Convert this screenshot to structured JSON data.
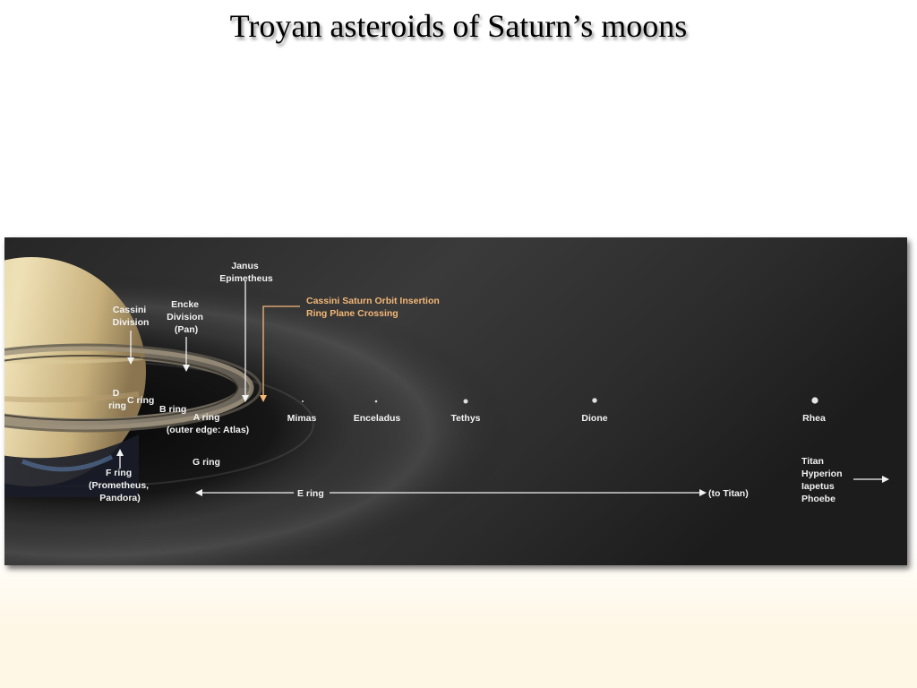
{
  "title": "Troyan asteroids of Saturn’s moons",
  "colors": {
    "background_top": "#ffffff",
    "background_bottom": "#fff7e6",
    "figure_bg": "#2a2a2a",
    "label": "#f2f2f2",
    "highlight": "#f4b777"
  },
  "labels": {
    "janus": [
      "Janus",
      "Epimetheus"
    ],
    "cassini_division": [
      "Cassini",
      "Division"
    ],
    "encke_division": [
      "Encke",
      "Division",
      "(Pan)"
    ],
    "cassini_insertion": [
      "Cassini Saturn Orbit Insertion",
      "Ring Plane Crossing"
    ],
    "d_ring": [
      "D",
      "ring"
    ],
    "c_ring": "C ring",
    "b_ring": "B ring",
    "a_ring": [
      "A ring",
      "(outer edge: Atlas)"
    ],
    "f_ring": [
      "F ring",
      "(Prometheus,",
      "Pandora)"
    ],
    "g_ring": "G ring",
    "e_ring": "E ring",
    "to_titan": "(to Titan)",
    "outer_moons": [
      "Titan",
      "Hyperion",
      "Iapetus",
      "Phoebe"
    ]
  },
  "moons": [
    {
      "name": "Mimas"
    },
    {
      "name": "Enceladus"
    },
    {
      "name": "Tethys"
    },
    {
      "name": "Dione"
    },
    {
      "name": "Rhea"
    }
  ]
}
